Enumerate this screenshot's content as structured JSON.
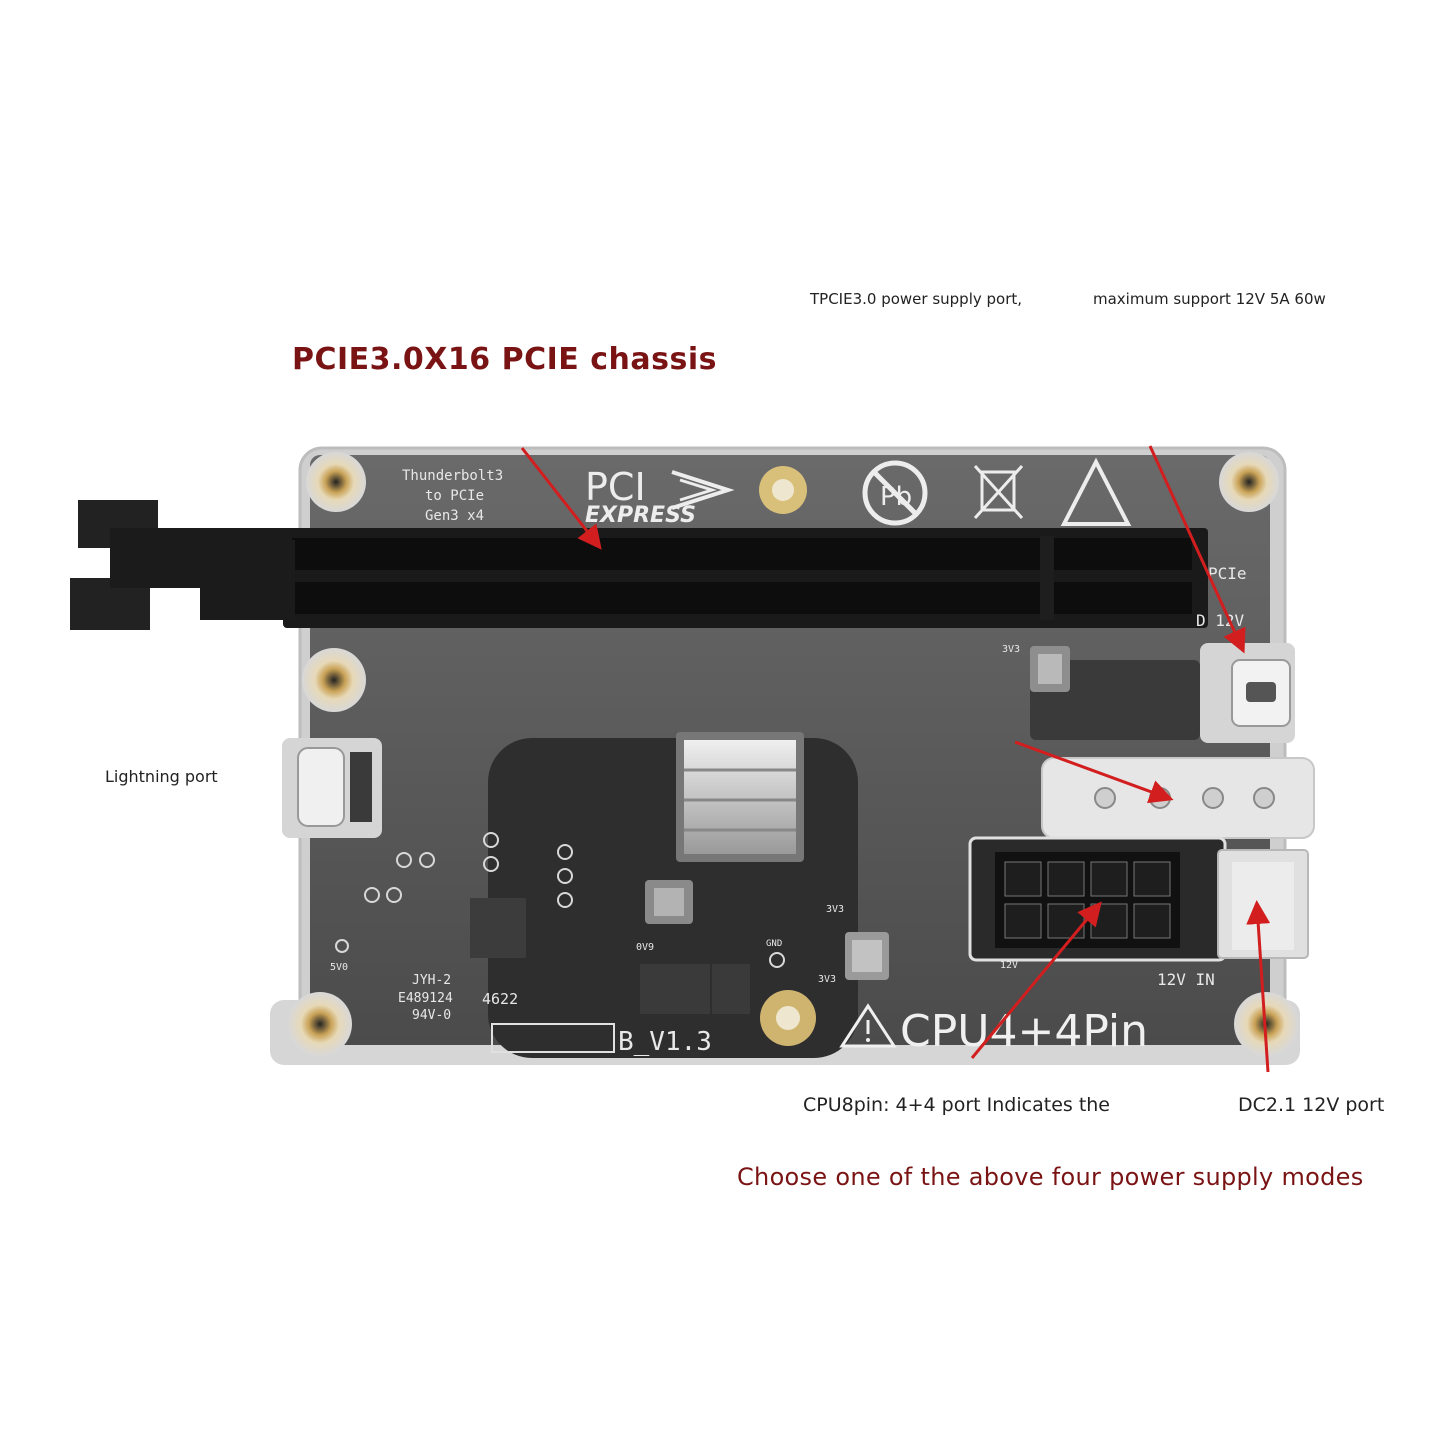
{
  "colors": {
    "accent_red": "#7a1414",
    "arrow_red": "#d21e1e",
    "pcb": "#5b5b5b",
    "acrylic": "#c9c9c9",
    "slot": "#151515"
  },
  "captions": {
    "title": "PCIE3.0X16 PCIE chassis",
    "power_port_a": "TPCIE3.0 power supply port,",
    "power_port_b": "maximum support 12V 5A 60w",
    "lightning": "Lightning port",
    "cpu8pin": "CPU8pin: 4+4 port Indicates the",
    "dc": "DC2.1 12V port",
    "choose": "Choose one of the above four power supply modes"
  },
  "board": {
    "silk_tb_1": "Thunderbolt3",
    "silk_tb_2": "to PCIe",
    "silk_tb_3": "Gen3 x4",
    "pci_logo_1": "PCI",
    "pci_logo_2": "EXPRESS",
    "right_pcie": "PCIe",
    "right_12v": "D 12V",
    "cpu_label": "CPU4+4Pin",
    "version": "B_V1.3",
    "marking_1": "JYH-2",
    "marking_2": "E489124",
    "marking_3": "94V-0",
    "marking_4": "4622",
    "lbl_3v3_a": "3V3",
    "lbl_3v3_b": "3V3",
    "lbl_3v3_c": "3V3",
    "lbl_0v9": "0V9",
    "lbl_gnd": "GND",
    "lbl_5v0": "5V0",
    "lbl_12vin": "12V IN",
    "lbl_12v_small": "12V"
  }
}
